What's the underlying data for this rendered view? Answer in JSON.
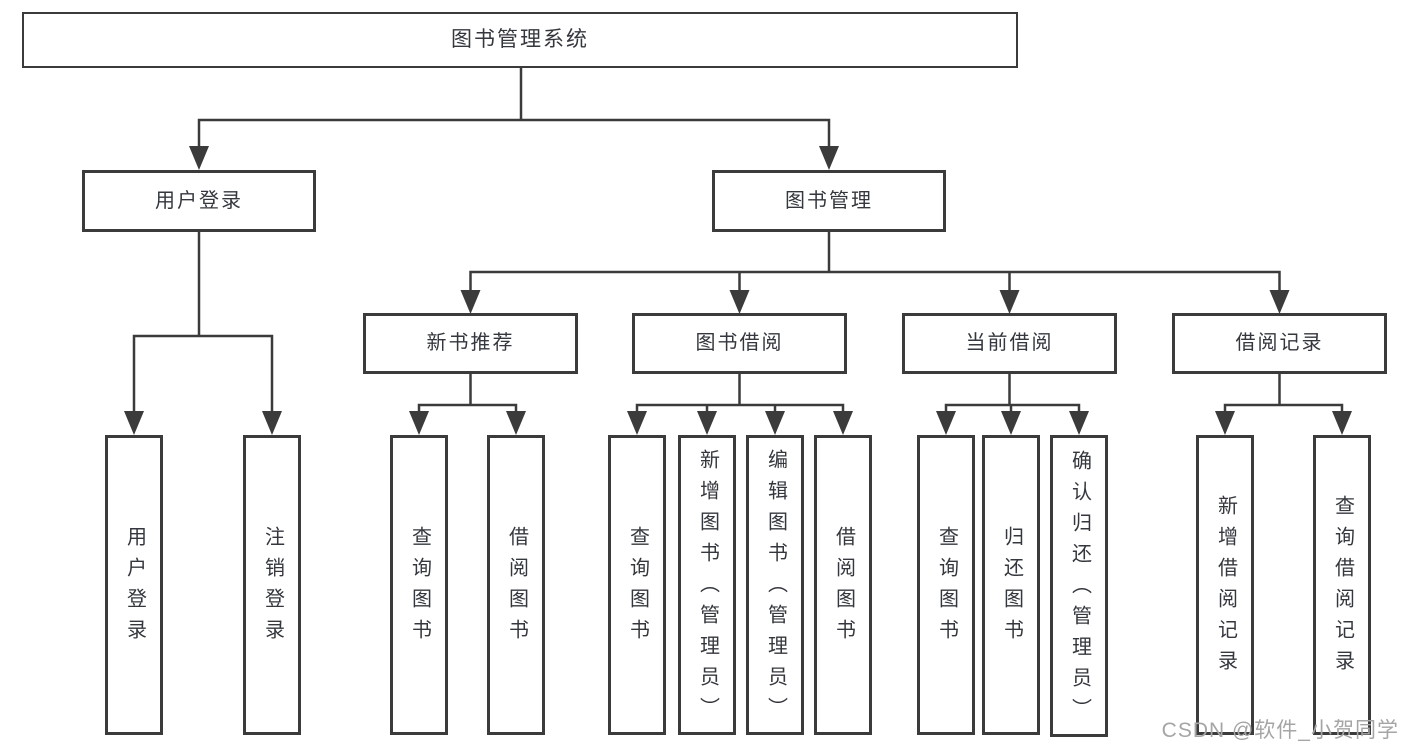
{
  "tree": {
    "label": "图书管理系统",
    "children": [
      {
        "label": "用户登录",
        "children": [
          {
            "label": "用户登录"
          },
          {
            "label": "注销登录"
          }
        ]
      },
      {
        "label": "图书管理",
        "children": [
          {
            "label": "新书推荐",
            "children": [
              {
                "label": "查询图书"
              },
              {
                "label": "借阅图书"
              }
            ]
          },
          {
            "label": "图书借阅",
            "children": [
              {
                "label": "查询图书"
              },
              {
                "label": "新增图书（管理员）"
              },
              {
                "label": "编辑图书（管理员）"
              },
              {
                "label": "借阅图书"
              }
            ]
          },
          {
            "label": "当前借阅",
            "children": [
              {
                "label": "查询图书"
              },
              {
                "label": "归还图书"
              },
              {
                "label": "确认归还（管理员）"
              }
            ]
          },
          {
            "label": "借阅记录",
            "children": [
              {
                "label": "新增借阅记录"
              },
              {
                "label": "查询借阅记录"
              }
            ]
          }
        ]
      }
    ]
  },
  "watermark": "CSDN @软件_小贺同学",
  "colors": {
    "line": "#3b3b3b",
    "border": "#3b3b3b",
    "text": "#34373d",
    "watermark": "#a5a5a5",
    "background": "#ffffff"
  }
}
